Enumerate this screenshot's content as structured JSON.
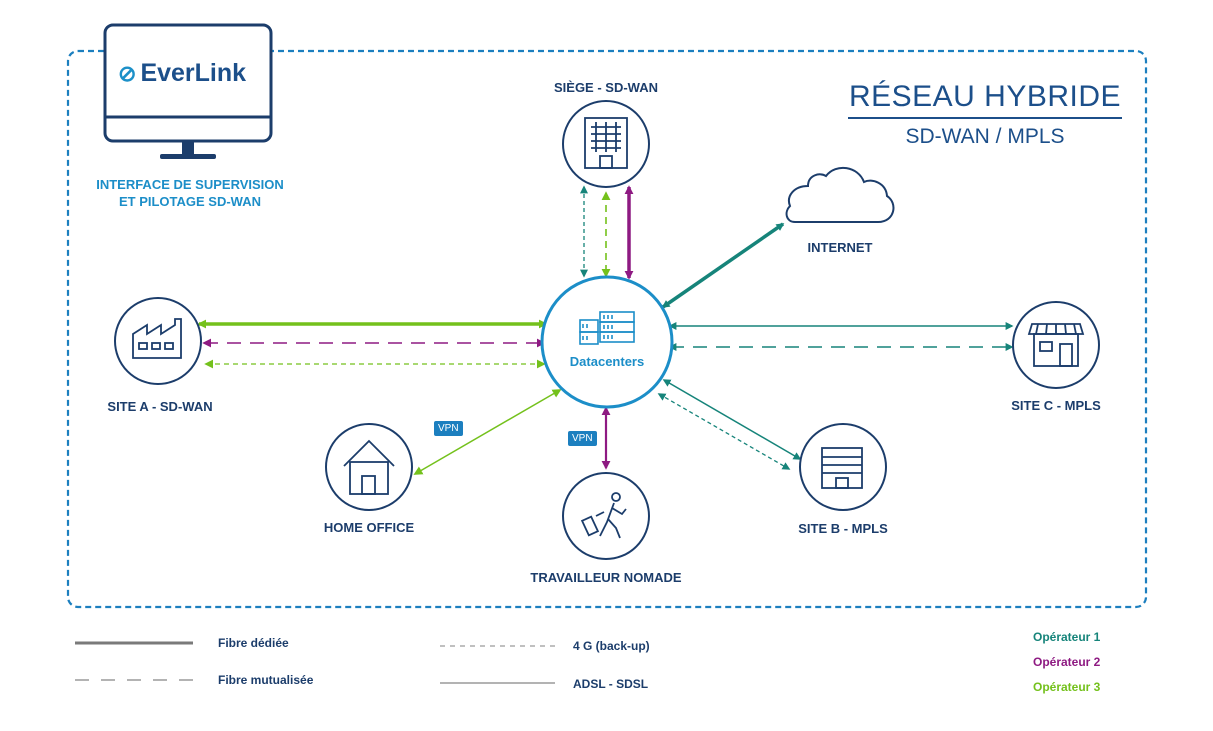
{
  "title": "RÉSEAU HYBRIDE",
  "subtitle": "SD-WAN / MPLS",
  "brand": "EverLink",
  "supervision": {
    "line1": "INTERFACE DE SUPERVISION",
    "line2": "ET PILOTAGE SD-WAN"
  },
  "nodes": {
    "datacenters": "Datacenters",
    "siege": "SIÈGE - SD-WAN",
    "internet": "INTERNET",
    "site_a": "SITE A - SD-WAN",
    "site_b": "SITE B - MPLS",
    "site_c": "SITE C - MPLS",
    "home_office": "HOME OFFICE",
    "travailleur": "TRAVAILLEUR  NOMADE"
  },
  "badges": {
    "vpn_home": "VPN",
    "vpn_nomade": "VPN"
  },
  "legend": {
    "fibre_dediee": "Fibre dédiée",
    "fibre_mutualisee": "Fibre mutualisée",
    "backup_4g": "4 G (back-up)",
    "adsl": "ADSL - SDSL"
  },
  "operators": [
    {
      "label": "Opérateur 1",
      "color": "#16847a"
    },
    {
      "label": "Opérateur 2",
      "color": "#8e1a82"
    },
    {
      "label": "Opérateur 3",
      "color": "#74c11c"
    }
  ],
  "colors": {
    "frame": "#1c7fbf",
    "node_stroke": "#1c90c8",
    "icon": "#1c3d6b",
    "text": "#1c3d6b"
  }
}
